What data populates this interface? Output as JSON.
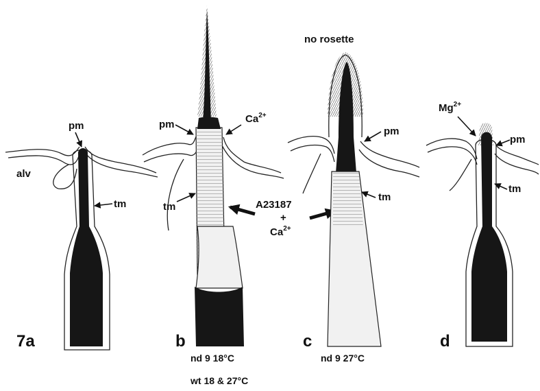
{
  "labels": {
    "pm": "pm",
    "tm": "tm",
    "alv": "alv",
    "ca": "Ca",
    "mg": "Mg",
    "ion_charge": "2+",
    "no_rosette": "no rosette",
    "ionophore": "A23187",
    "plus": "+"
  },
  "panels": {
    "a": "7a",
    "b": "b",
    "c": "c",
    "d": "d"
  },
  "captions": {
    "b_line1": "nd 9  18°C",
    "b_line2": "wt 18 & 27°C",
    "c_line1": "nd 9  27°C"
  }
}
